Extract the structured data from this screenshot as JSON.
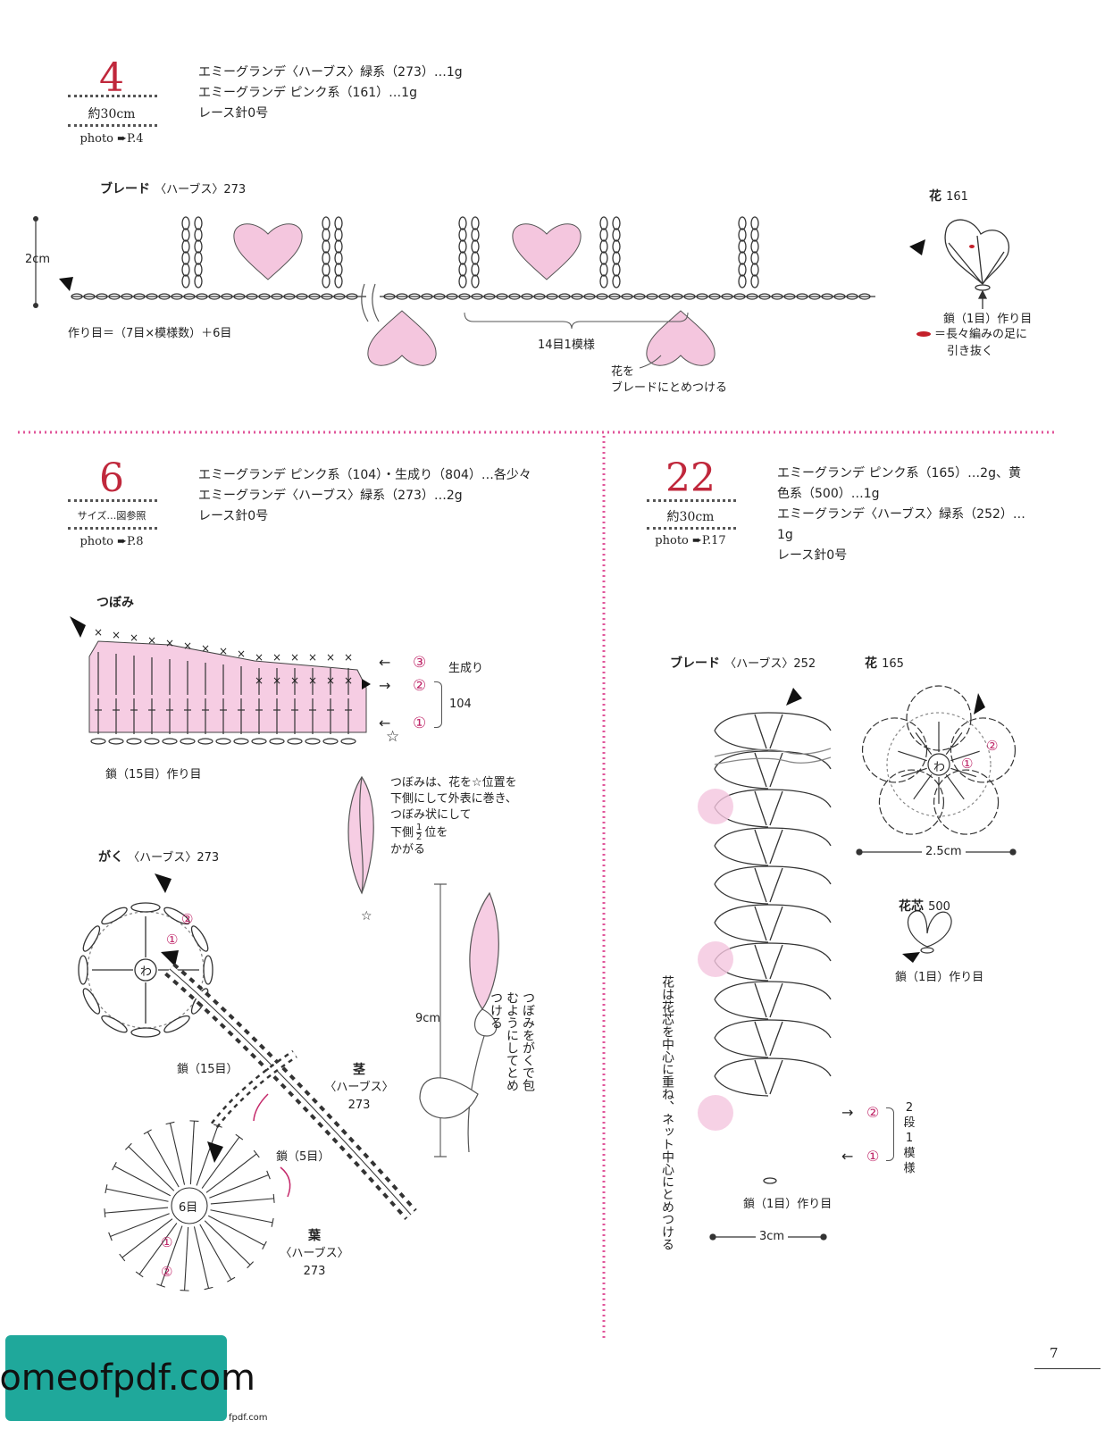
{
  "p4": {
    "number": "4",
    "size": "約30cm",
    "photo": "photo ➨P.4",
    "materials": [
      "エミーグランデ〈ハーブス〉緑系（273）…1g",
      "エミーグランデ ピンク系（161）…1g",
      "レース針0号"
    ],
    "braid_title": "ブレード",
    "braid_sub": "〈ハーブス〉273",
    "height": "2cm",
    "foundation": "作り目＝（7目×模様数）＋6目",
    "repeat": "14目1模様",
    "attach_note": [
      "花を",
      "ブレードにとめつける"
    ],
    "flower_title": "花",
    "flower_num": "161",
    "flower_chain": "鎖（1目）作り目",
    "flower_legend": [
      "＝長々編みの足に",
      "引き抜く"
    ]
  },
  "p6": {
    "number": "6",
    "size": "サイズ…図参照",
    "photo": "photo ➨P.8",
    "materials": [
      "エミーグランデ ピンク系（104）・生成り（804）…各少々",
      "エミーグランデ〈ハーブス〉緑系（273）…2g",
      "レース針0号"
    ],
    "bud_title": "つぼみ",
    "rows": [
      "③",
      "②",
      "①"
    ],
    "row3_color": "生成り",
    "rows12_color": "104",
    "bud_chain": "鎖（15目）作り目",
    "bud_note": [
      "つぼみは、花を☆位置を",
      "下側にして外表に巻き、",
      "つぼみ状にして",
      "下側",
      "位を",
      "かがる"
    ],
    "half_num": "1",
    "half_den": "2",
    "star": "☆",
    "calyx_title": "がく",
    "calyx_sub": "〈ハーブス〉273",
    "ring": "わ",
    "stem_chain": "鎖（15目）",
    "stem_title": "茎",
    "stem_sub": "〈ハーブス〉",
    "stem_num": "273",
    "leaf_chain": "鎖（5目）",
    "leaf_center": "6目",
    "leaf_title": "葉",
    "leaf_sub": "〈ハーブス〉",
    "leaf_num": "273",
    "total_length": "9cm",
    "wrap_note": "つぼみをがくで包むようにしてとめつける"
  },
  "p22": {
    "number": "22",
    "size": "約30cm",
    "photo": "photo ➨P.17",
    "materials": [
      "エミーグランデ ピンク系（165）…2g、黄",
      "色系（500）…1g",
      "エミーグランデ〈ハーブス〉緑系（252）…",
      "1g",
      "レース針0号"
    ],
    "braid_title": "ブレード",
    "braid_sub": "〈ハーブス〉252",
    "flower_title": "花",
    "flower_num": "165",
    "flower_width": "2.5cm",
    "center_title": "花芯",
    "center_num": "500",
    "center_chain": "鎖（1目）作り目",
    "side_note": "花は花芯を中心に重ね、ネット中心にとめつける",
    "rows": [
      "②",
      "①"
    ],
    "repeat": [
      "2",
      "段",
      "1",
      "模",
      "様"
    ],
    "braid_chain": "鎖（1目）作り目",
    "braid_width": "3cm"
  },
  "page_number": "7",
  "logo": "homeofpdf.com",
  "footer_url": "fpdf.com"
}
